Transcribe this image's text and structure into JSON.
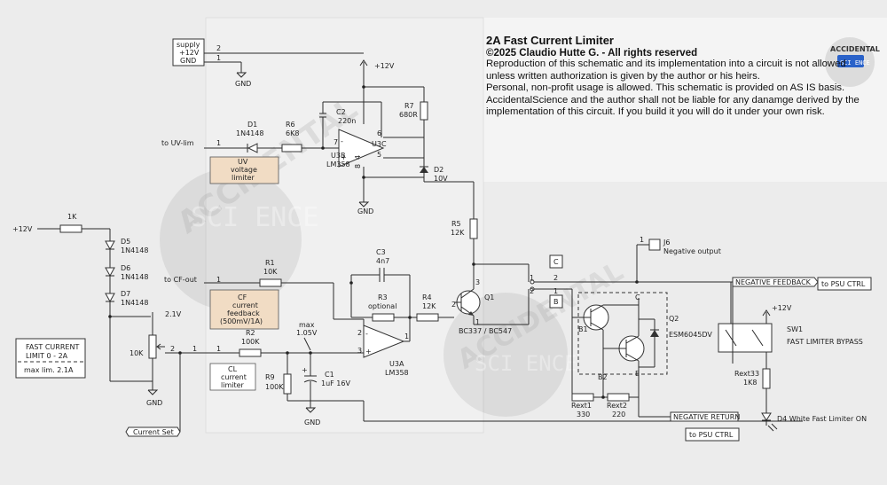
{
  "header": {
    "title": "2A Fast Current Limiter",
    "copyright": "©2025 Claudio Hutte G. - All rights reserved",
    "notice_1": "Reproduction of this schematic and its implementation into a circuit is not allowed unless written authorization is given by the author or his heirs.",
    "notice_2": "Personal, non-profit usage is allowed. This schematic is provided on AS IS basis. AccidentalScience and the author shall not be liable for any danamge derived by the implementation of this circuit. If you build it you will do it under your own risk."
  },
  "logo": {
    "line1": "ACCIDENTAL",
    "line2": "SCI ENCE"
  },
  "watermark": {
    "line1": "ACCIDENTAL",
    "line2": "SCI ENCE"
  },
  "supply_connector": {
    "label_1": "supply",
    "label_2": "+12V",
    "label_3": "GND",
    "pin_2": "2",
    "pin_1": "1"
  },
  "labels": {
    "gnd": "GND",
    "vcc": "+12V",
    "uv_in": "to UV-lim",
    "cf_out": "to CF-out",
    "current_set": "Current Set",
    "v21": "2.1V",
    "max1": "max",
    "max2": "1.05V",
    "neg_out": "Negative output",
    "neg_feedback": "NEGATIVE FEEDBACK",
    "to_psu_ctrl": "to PSU CTRL",
    "neg_return": "NEGATIVE RETURN",
    "fast_bypass": "FAST LIMITER BYPASS",
    "d4": "D4 White Fast Limiter ON",
    "q1_type": "BC337 / BC547"
  },
  "notes": {
    "uv": [
      "UV",
      "voltage",
      "limiter"
    ],
    "cf": [
      "CF",
      "current",
      "feedback",
      "(500mV/1A)"
    ],
    "cl": [
      "CL",
      "current",
      "limiter"
    ],
    "fast": [
      "FAST CURRENT",
      "LIMIT 0 - 2A",
      "max lim. 2.1A"
    ]
  },
  "components": {
    "r1": [
      "R1",
      "10K"
    ],
    "r2": [
      "R2",
      "100K"
    ],
    "r3": [
      "R3",
      "optional"
    ],
    "r4": [
      "R4",
      "12K"
    ],
    "r5": [
      "R5",
      "12K"
    ],
    "r6": [
      "R6",
      "6K8"
    ],
    "r7": [
      "R7",
      "680R"
    ],
    "r9": [
      "R9",
      "100K"
    ],
    "r1k": "1K",
    "pot": "10K",
    "c1": [
      "C1",
      "1uF 16V"
    ],
    "c2": [
      "C2",
      "220n"
    ],
    "c3": [
      "C3",
      "4n7"
    ],
    "d1": [
      "D1",
      "1N4148"
    ],
    "d2": [
      "D2",
      "10V"
    ],
    "d5": [
      "D5",
      "1N4148"
    ],
    "d6": [
      "D6",
      "1N4148"
    ],
    "d7": [
      "D7",
      "1N4148"
    ],
    "u3a": [
      "U3A",
      "LM358"
    ],
    "u3b": [
      "U3B",
      "LM358"
    ],
    "u3c": "U3C",
    "q1": "Q1",
    "q2": [
      "Q2",
      "ESM6045DV"
    ],
    "rext1": [
      "Rext1",
      "330"
    ],
    "rext2": [
      "Rext2",
      "220"
    ],
    "rext3": [
      "Rext33",
      "1K8"
    ],
    "j6": "J6",
    "sw1": "SW1",
    "box_c": "C",
    "box_b": "B",
    "b1": "B1",
    "b2": "B2",
    "ce": "E",
    "cc": "C"
  },
  "pins": {
    "p1": "1",
    "p2": "2",
    "p3": "3",
    "p4": "4",
    "p5": "5",
    "p6": "6",
    "p7": "7",
    "p8": "8",
    "plus": "+",
    "minus": "-"
  }
}
